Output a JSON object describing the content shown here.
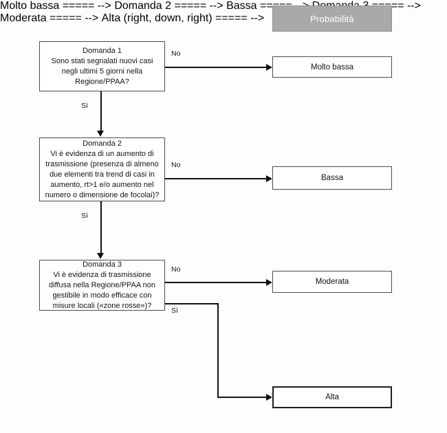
{
  "diagram": {
    "title_band": {
      "label": "Probabilità",
      "fill_color": "#a9a9a9",
      "text_color": "#ffffff"
    },
    "questions": [
      {
        "id": "domanda-1",
        "title": "Domanda 1",
        "text": "Sono stati segnalati nuovi casi negli ultimi 5 giorni nella Regione/PPAA?"
      },
      {
        "id": "domanda-2",
        "title": "Domanda 2",
        "text": "Vi è evidenza di un aumento di trasmissione (presenza di almeno due elementi tra trend di casi in aumento, rt>1 e/o aumento nel numero o dimensione de focolai)?"
      },
      {
        "id": "domanda-3",
        "title": "Domanda 3",
        "text": "Vi è evidenza di trasmissione diffusa nella Regione/PPAA non gestibile in modo efficace con misure locali («zone rosse»)?"
      }
    ],
    "outcomes": [
      {
        "id": "molto-bassa",
        "label": "Molto bassa"
      },
      {
        "id": "bassa",
        "label": "Bassa"
      },
      {
        "id": "moderata",
        "label": "Moderata"
      },
      {
        "id": "alta",
        "label": "Alta"
      }
    ],
    "edges": {
      "no_1": "No",
      "si_1": "Sì",
      "no_2": "No",
      "si_2": "Sì",
      "no_3": "No",
      "si_3": "Sì"
    }
  }
}
